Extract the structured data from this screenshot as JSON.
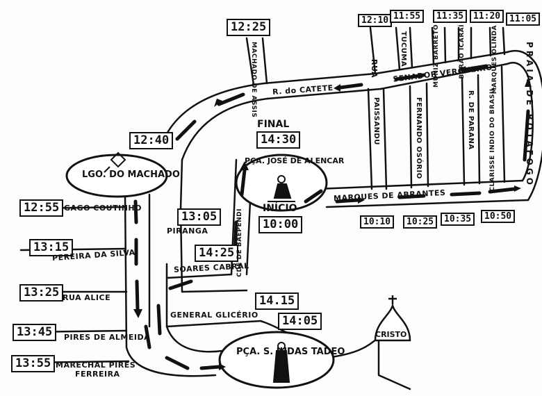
{
  "map": {
    "start": {
      "label": "INÍCIO",
      "time": "10:00"
    },
    "finish": {
      "label": "FINAL",
      "time": "14:30"
    },
    "places": {
      "largo_machado": "LGO. DO MACHADO",
      "praca_jose_alencar": "PÇA. JOSÉ DE ALENCAR",
      "praca_sao_judas": "PÇA. S. JUDAS TADEO",
      "cristo": "CRISTO",
      "praia_botafogo": "PRAIA DE BOTAFOGO"
    },
    "streets": {
      "marques_abrantes": "MARQUES DE ABRANTES",
      "senador_vergueiro": "SENADOR VERGUEIRO",
      "rua_catete": "R. do CATETE",
      "rua_label": "RUA",
      "paissandu": "PAISSANDU",
      "fernando_osorio": "FERNANDO OSÓRIO",
      "rua_parana": "R. DE PARANA",
      "clarisse_indio": "CLARISSE INDIO DO BRASIL",
      "machado_assis": "MACHADO DE ASSIS",
      "tucuma": "TUCUMA",
      "muniz_barreto": "MUNIZ BARRETO",
      "barao_icarai": "BARÃO ICARAÍ",
      "marques_olinda": "MARQUES OLINDA",
      "gago_coutinho": "GAGO COUTINHO",
      "pereira_silva": "PEREIRA DA SILVA",
      "rua_alice": "RUA ALICE",
      "pires_almeida": "PIRES DE ALMEIDA",
      "marechal_pires": "MARECHAL PIRES",
      "ferreira": "FERREIRA",
      "piranga": "PIRANGA",
      "soares_cabral": "SOARES CABRAL",
      "general_glicerio": "GENERAL GLICÉRIO",
      "cde_baependi": "CDE DE BAEPENDI"
    },
    "times": {
      "t1010": "10:10",
      "t1025": "10:25",
      "t1035": "10:35",
      "t1050": "10:50",
      "t1105": "11:05",
      "t1120": "11:20",
      "t1135": "11:35",
      "t1155": "11:55",
      "t1210": "12:10",
      "t1225": "12:25",
      "t1240": "12:40",
      "t1255": "12:55",
      "t1305": "13:05",
      "t1315": "13:15",
      "t1325": "13:25",
      "t1345": "13:45",
      "t1355": "13:55",
      "t1405": "14:05",
      "t1415": "14.15",
      "t1425": "14:25"
    },
    "colors": {
      "ink": "#111111",
      "paper": "#fdfdfb"
    }
  }
}
